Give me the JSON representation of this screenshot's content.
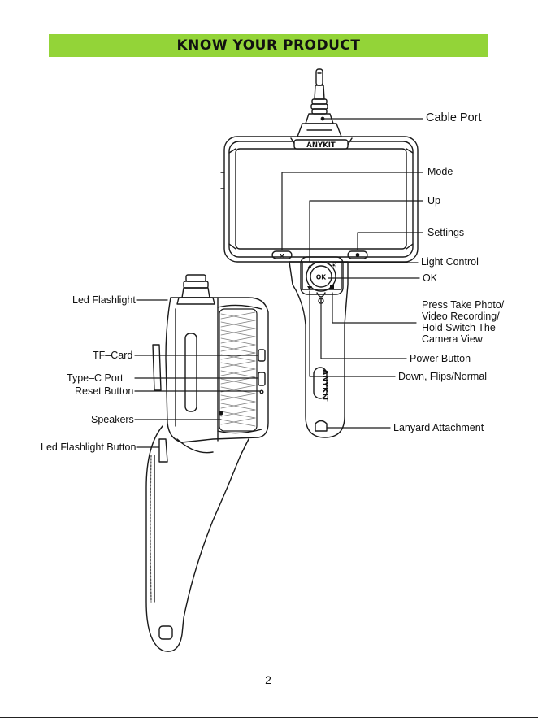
{
  "header": {
    "title": "KNOW YOUR PRODUCT"
  },
  "device": {
    "brand": "ANYKIT",
    "mode_key": "M",
    "ok_key": "OK"
  },
  "labels": {
    "cable_port": "Cable Port",
    "mode": "Mode",
    "up": "Up",
    "settings": "Settings",
    "light_control": "Light Control",
    "ok": "OK",
    "photo_video": "Press Take Photo/ Video Recording/ Hold Switch The Camera View",
    "power_button": "Power Button",
    "down_flips": "Down, Flips/Normal",
    "lanyard": "Lanyard Attachment",
    "led_flashlight": "Led Flashlight",
    "tf_card": "TF–Card",
    "type_c": "Type–C Port",
    "reset": "Reset Button",
    "speakers": "Speakers",
    "led_flashlight_button": "Led Flashlight Button"
  },
  "footer": {
    "page": "– 2 –"
  },
  "colors": {
    "banner": "#93d438",
    "line": "#1a1a1a"
  }
}
